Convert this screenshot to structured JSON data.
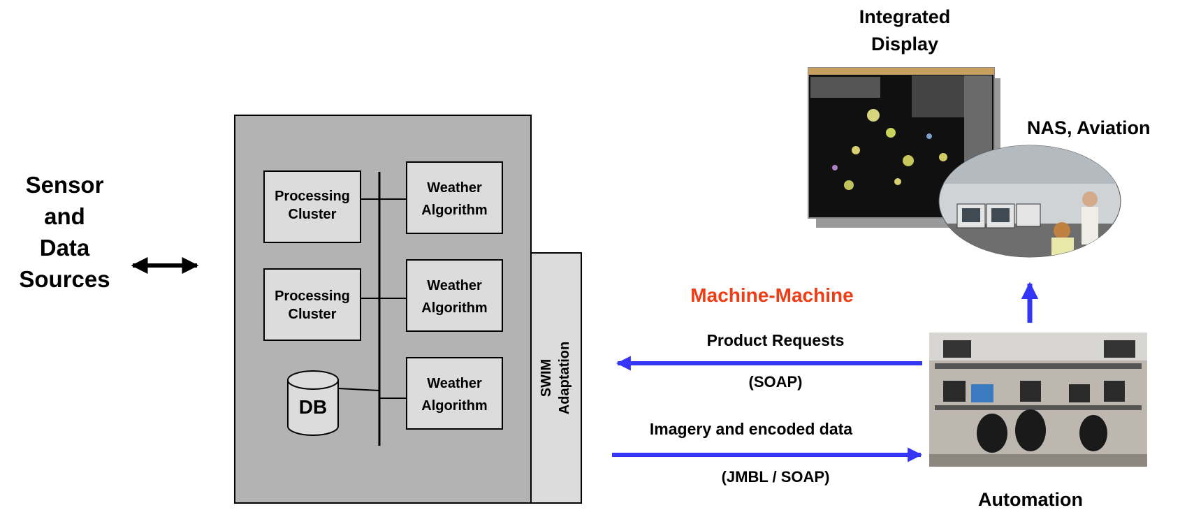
{
  "sources": {
    "lines": [
      "Sensor",
      "and",
      "Data",
      "Sources"
    ]
  },
  "processing": {
    "clusters": [
      "Processing\nCluster",
      "Processing\nCluster"
    ],
    "algorithms": [
      "Weather\nAlgorithm",
      "Weather\nAlgorithm",
      "Weather\nAlgorithm"
    ],
    "db": "DB",
    "swim": [
      "SWIM",
      "Adaptation"
    ]
  },
  "display": {
    "title_lines": [
      "Integrated",
      "Display"
    ],
    "nas": "NAS, Aviation"
  },
  "machine": {
    "heading": "Machine-Machine",
    "request": "Product Requests",
    "request_proto": "(SOAP)",
    "imagery": "Imagery and encoded data",
    "imagery_proto": "(JMBL / SOAP)"
  },
  "automation": {
    "label": "Automation"
  },
  "colors": {
    "panel": "#b3b3b3",
    "box": "#dcdcdc",
    "arrow_blue": "#3535f5",
    "heading_red": "#ee3c14"
  }
}
